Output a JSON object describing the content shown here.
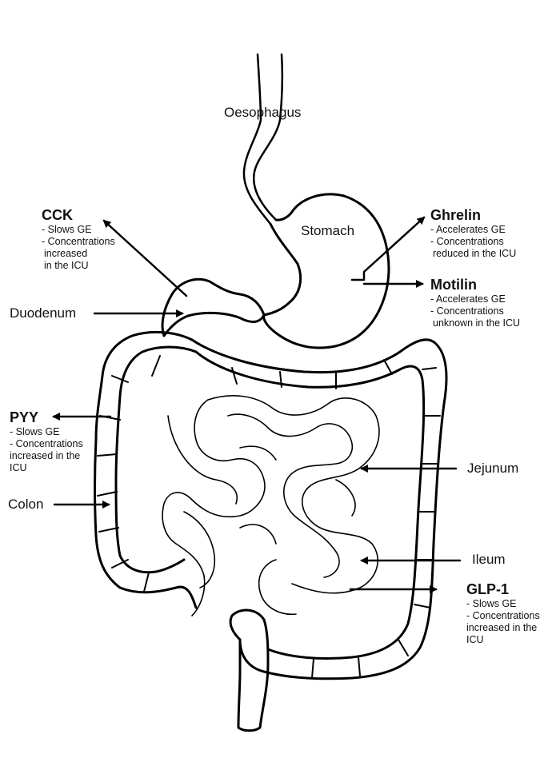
{
  "organs": {
    "oesophagus": "Oesophagus",
    "stomach": "Stomach",
    "duodenum": "Duodenum",
    "colon": "Colon",
    "jejunum": "Jejunum",
    "ileum": "Ileum"
  },
  "hormones": {
    "cck": {
      "name": "CCK",
      "lines": [
        "- Slows GE",
        "- Concentrations",
        "increased",
        "in the ICU"
      ]
    },
    "ghrelin": {
      "name": "Ghrelin",
      "lines": [
        "- Accelerates GE",
        "- Concentrations",
        "reduced in the ICU"
      ]
    },
    "motilin": {
      "name": "Motilin",
      "lines": [
        "- Accelerates GE",
        "- Concentrations",
        "unknown in the ICU"
      ]
    },
    "pyy": {
      "name": "PYY",
      "lines": [
        "- Slows GE",
        "- Concentrations",
        "increased in the",
        "ICU"
      ]
    },
    "glp1": {
      "name": "GLP-1",
      "lines": [
        "- Slows GE",
        "- Concentrations",
        "increased in the",
        "ICU"
      ]
    }
  }
}
